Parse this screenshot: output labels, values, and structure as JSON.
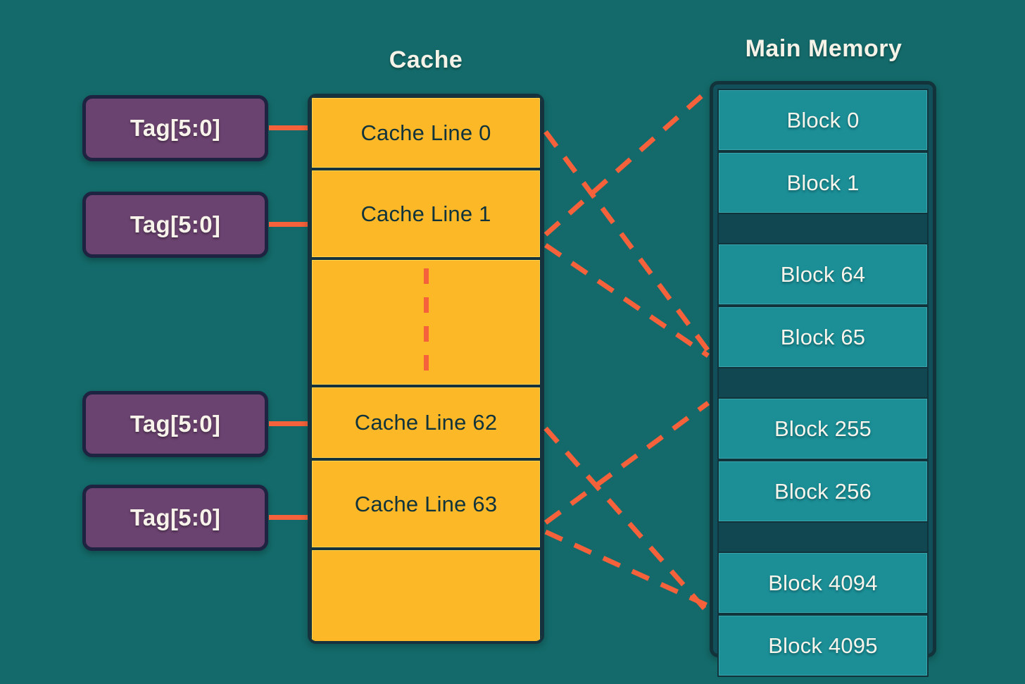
{
  "colors": {
    "background_teal": "#146a6a",
    "cache_yellow": "#fcb827",
    "memory_teal": "#1b8e96",
    "tag_purple": "#6b4370",
    "accent_orange": "#f4613a",
    "dark_navy": "#10333c",
    "text_cream": "#f7f4ec"
  },
  "titles": {
    "cache": "Cache",
    "memory": "Main Memory"
  },
  "tags": [
    {
      "label": "Tag[5:0]",
      "maps_to": "Cache Line 0"
    },
    {
      "label": "Tag[5:0]",
      "maps_to": "Cache Line 1"
    },
    {
      "label": "Tag[5:0]",
      "maps_to": "Cache Line 62"
    },
    {
      "label": "Tag[5:0]",
      "maps_to": "Cache Line 63"
    }
  ],
  "cache": {
    "lines": [
      {
        "label": "Cache Line 0",
        "empty": false
      },
      {
        "label": "Cache Line 1",
        "empty": false
      },
      {
        "label": "",
        "empty": true,
        "ellipsis": true
      },
      {
        "label": "Cache Line 62",
        "empty": false
      },
      {
        "label": "Cache Line 63",
        "empty": false
      },
      {
        "label": "",
        "empty": true,
        "ellipsis": false
      }
    ]
  },
  "memory": {
    "groups": [
      {
        "blocks": [
          "Block 0",
          "Block 1"
        ]
      },
      {
        "blocks": [
          "Block 64",
          "Block 65"
        ]
      },
      {
        "blocks": [
          "Block 255",
          "Block 256"
        ]
      },
      {
        "blocks": [
          "Block 4094",
          "Block 4095"
        ]
      }
    ]
  },
  "mappings": [
    {
      "from": "Cache Line 0",
      "to": "Block 65"
    },
    {
      "from": "Cache Line 1",
      "to": "Block 0"
    },
    {
      "from": "Cache Line 1",
      "to": "Block 255"
    },
    {
      "from": "Cache Line 62",
      "to": "Block 4095"
    },
    {
      "from": "Cache Line 63",
      "to": "Block 256"
    },
    {
      "from": "Cache Line 63",
      "to": "Block 4094"
    }
  ]
}
